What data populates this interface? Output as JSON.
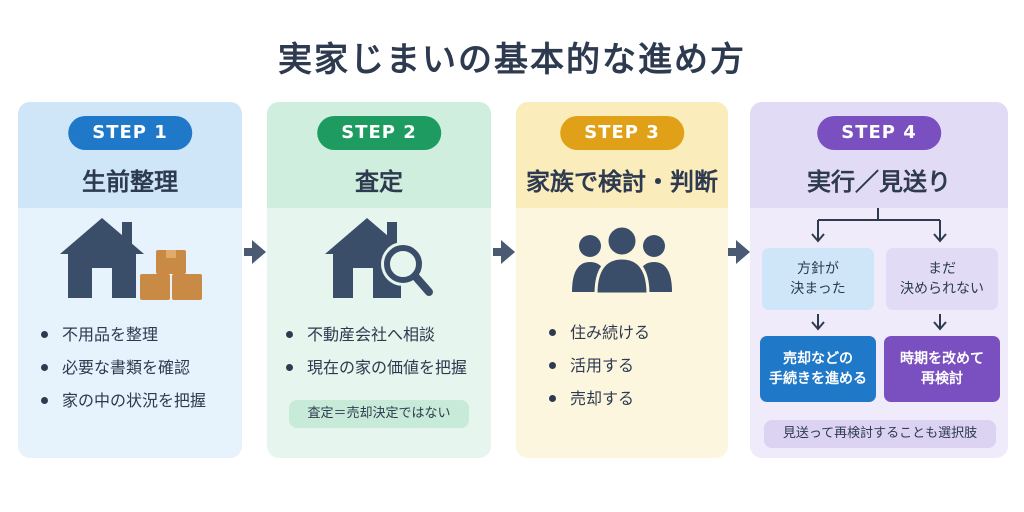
{
  "title": "実家じまいの基本的な進め方",
  "steps": [
    {
      "badge": "STEP 1",
      "title": "生前整理",
      "icon": "house-with-boxes-icon",
      "bullets": [
        "不用品を整理",
        "必要な書類を確認",
        "家の中の状況を把握"
      ]
    },
    {
      "badge": "STEP 2",
      "title": "査定",
      "icon": "house-magnifier-icon",
      "bullets": [
        "不動産会社へ相談",
        "現在の家の価値を把握"
      ],
      "note": "査定＝売却決定ではない"
    },
    {
      "badge": "STEP 3",
      "title": "家族で検討・判断",
      "icon": "family-group-icon",
      "bullets": [
        "住み続ける",
        "活用する",
        "売却する"
      ]
    },
    {
      "badge": "STEP 4",
      "title": "実行／見送り",
      "decided": [
        "方針が",
        "決まった"
      ],
      "undecided": [
        "まだ",
        "決められない"
      ],
      "sell": [
        "売却などの",
        "手続きを進める"
      ],
      "reschedule": [
        "時期を改めて",
        "再検討"
      ],
      "note": "見送って再検討することも選択肢"
    }
  ],
  "colors": {
    "step1": "#1f78c8",
    "step2": "#1e9b60",
    "step3": "#e0a118",
    "step4": "#7a4fc0",
    "text": "#2d3a4f",
    "icon": "#3a4e6a",
    "box": "#c98a45"
  },
  "arrow_icon": "right-arrow-icon"
}
